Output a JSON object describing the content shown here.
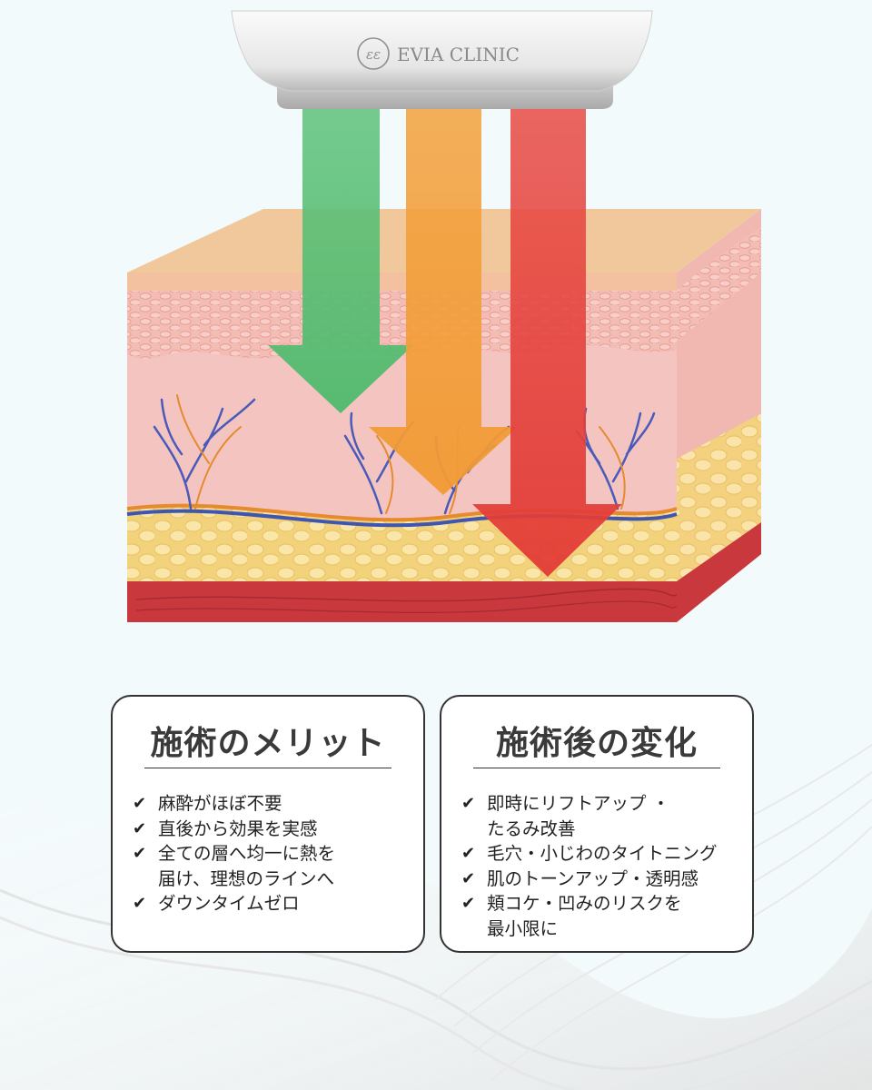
{
  "device": {
    "brand": "EVIA CLINIC",
    "logo_mark": "εε"
  },
  "colors": {
    "background": "#f3fafb",
    "arrow_green": "#5ec27a",
    "arrow_orange": "#f3a13d",
    "arrow_red": "#e84b45",
    "fat": "#f6d98c",
    "muscle": "#c8383d",
    "dermis": "#f4c4c0",
    "epidermis_top": "#f0c89c"
  },
  "cards": [
    {
      "title": "施術のメリット",
      "items": [
        "麻酔がほぼ不要",
        "直後から効果を実感",
        "全ての層へ均一に熱を\n届け、理想のラインへ",
        "ダウンタイムゼロ"
      ]
    },
    {
      "title": "施術後の変化",
      "items": [
        "即時にリフトアップ ・\nたるみ改善",
        "毛穴・小じわのタイトニング",
        "肌のトーンアップ・透明感",
        "頬コケ・凹みのリスクを\n最小限に"
      ]
    }
  ],
  "check_glyph": "✔"
}
